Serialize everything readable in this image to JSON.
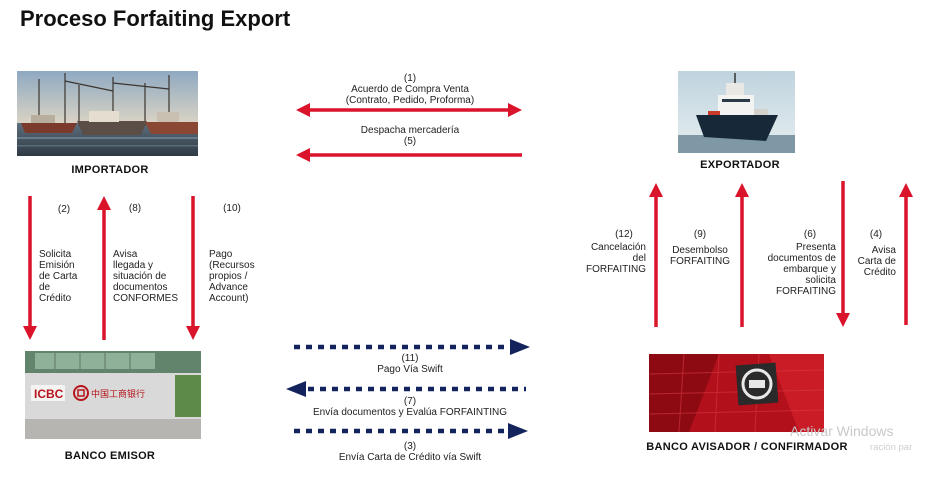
{
  "title": "Proceso Forfaiting Export",
  "parties": {
    "importador": "IMPORTADOR",
    "exportador": "EXPORTADOR",
    "banco_emisor": "BANCO EMISOR",
    "banco_avisador": "BANCO AVISADOR / CONFIRMADOR"
  },
  "top_flows": {
    "f1_num": "(1)",
    "f1_line1": "Acuerdo de Compra Venta",
    "f1_line2": "(Contrato, Pedido, Proforma)",
    "f5_line1": "Despacha mercadería",
    "f5_num": "(5)"
  },
  "left_steps": [
    {
      "num": "(2)",
      "lines": [
        "Solicita",
        "Emisión",
        "de Carta",
        "de",
        "Crédito"
      ]
    },
    {
      "num": "(8)",
      "lines": [
        "Avisa",
        "llegada y",
        "situación de",
        "documentos",
        "CONFORMES"
      ]
    },
    {
      "num": "(10)",
      "lines": [
        "Pago",
        "(Recursos",
        "propios /",
        "Advance",
        "Account)"
      ]
    }
  ],
  "right_steps": [
    {
      "num": "(12)",
      "lines": [
        "Cancelación",
        "del",
        "FORFAITING"
      ]
    },
    {
      "num": "(9)",
      "lines": [
        "Desembolso",
        "FORFAITING"
      ]
    },
    {
      "num": "(6)",
      "lines": [
        "Presenta",
        "documentos de",
        "embarque y",
        "solicita",
        "FORFAITING"
      ]
    },
    {
      "num": "(4)",
      "lines": [
        "Avisa",
        "Carta de",
        "Crédito"
      ]
    }
  ],
  "bank_flows": {
    "f11_num": "(11)",
    "f11_text": "Pago Vía Swift",
    "f7_num": "(7)",
    "f7_text": "Envía documentos y Evalúa FORFAINTING",
    "f3_num": "(3)",
    "f3_text": "Envía Carta de Crédito vía Swift"
  },
  "photo_text": {
    "icbc": "ICBC",
    "icbc_cn": "中国工商银行"
  },
  "watermark": {
    "line1": "Activar Windows",
    "line2": "ración par"
  },
  "colors": {
    "red_arrow": "#d9142b",
    "navy_arrow": "#13235c"
  }
}
